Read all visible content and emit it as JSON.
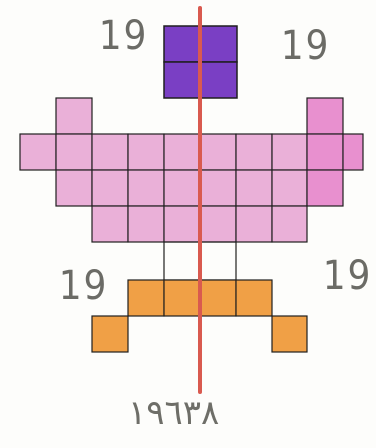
{
  "labels": {
    "top_left": "19",
    "top_right": "19",
    "bottom_left": "19",
    "bottom_right": "19"
  },
  "caption": "١٩٦٣٨",
  "colors": {
    "purple": "#7a3fc4",
    "pink": "#e8a7d4",
    "orange": "#ef9a3a",
    "axis": "#d95a4f",
    "grid": "#1f1f1f"
  }
}
